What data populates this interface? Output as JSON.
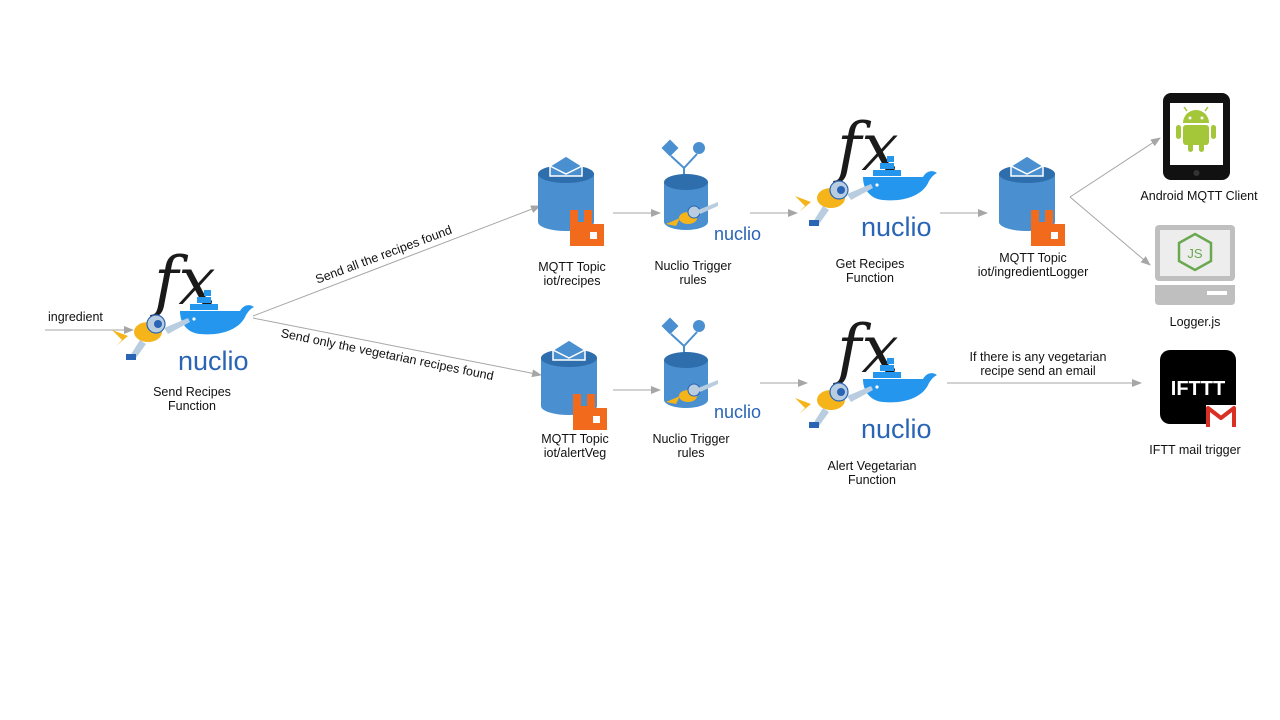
{
  "input_label": "ingredient",
  "nuclio_word": "nuclio",
  "fx_glyph": "fx",
  "ifttt_logo_text": "IFTTT",
  "nodejs_logo_text": "JS",
  "nodes": {
    "send_recipes": {
      "line1": "Send Recipes",
      "line2": "Function"
    },
    "topic_recipes": {
      "line1": "MQTT Topic",
      "line2": "iot/recipes"
    },
    "trigger_top": {
      "line1": "Nuclio Trigger",
      "line2": "rules"
    },
    "get_recipes": {
      "line1": "Get Recipes",
      "line2": "Function"
    },
    "topic_logger": {
      "line1": "MQTT Topic",
      "line2": "iot/ingredientLogger"
    },
    "android": {
      "line1": "Android MQTT Client"
    },
    "logger": {
      "line1": "Logger.js"
    },
    "topic_alertveg": {
      "line1": "MQTT Topic",
      "line2": "iot/alertVeg"
    },
    "trigger_bottom": {
      "line1": "Nuclio Trigger",
      "line2": "rules"
    },
    "alert_veg": {
      "line1": "Alert Vegetarian",
      "line2": "Function"
    },
    "ifttt": {
      "line1": "IFTT mail trigger"
    }
  },
  "edges": {
    "all_recipes": "Send all the recipes found",
    "veg_recipes": "Send only the vegetarian recipes found",
    "email": {
      "line1": "If there is any vegetarian",
      "line2": "recipe send an email"
    }
  },
  "colors": {
    "cylinder_blue": "#4a8fd0",
    "cylinder_top": "#2f6eac",
    "rabbitmq_orange": "#f26a1b",
    "nuclio_blue": "#2a64b4",
    "docker_blue": "#2496ed",
    "android_green": "#a4c639",
    "nodejs_green": "#6aa84f",
    "arrow_gray": "#a6a6a6"
  },
  "icons": [
    "fx-icon",
    "docker-whale-icon",
    "astronaut-icon",
    "mqtt-cylinder-icon",
    "rabbitmq-icon",
    "trigger-rules-icon",
    "android-phone-icon",
    "nodejs-laptop-icon",
    "ifttt-icon",
    "gmail-icon"
  ]
}
